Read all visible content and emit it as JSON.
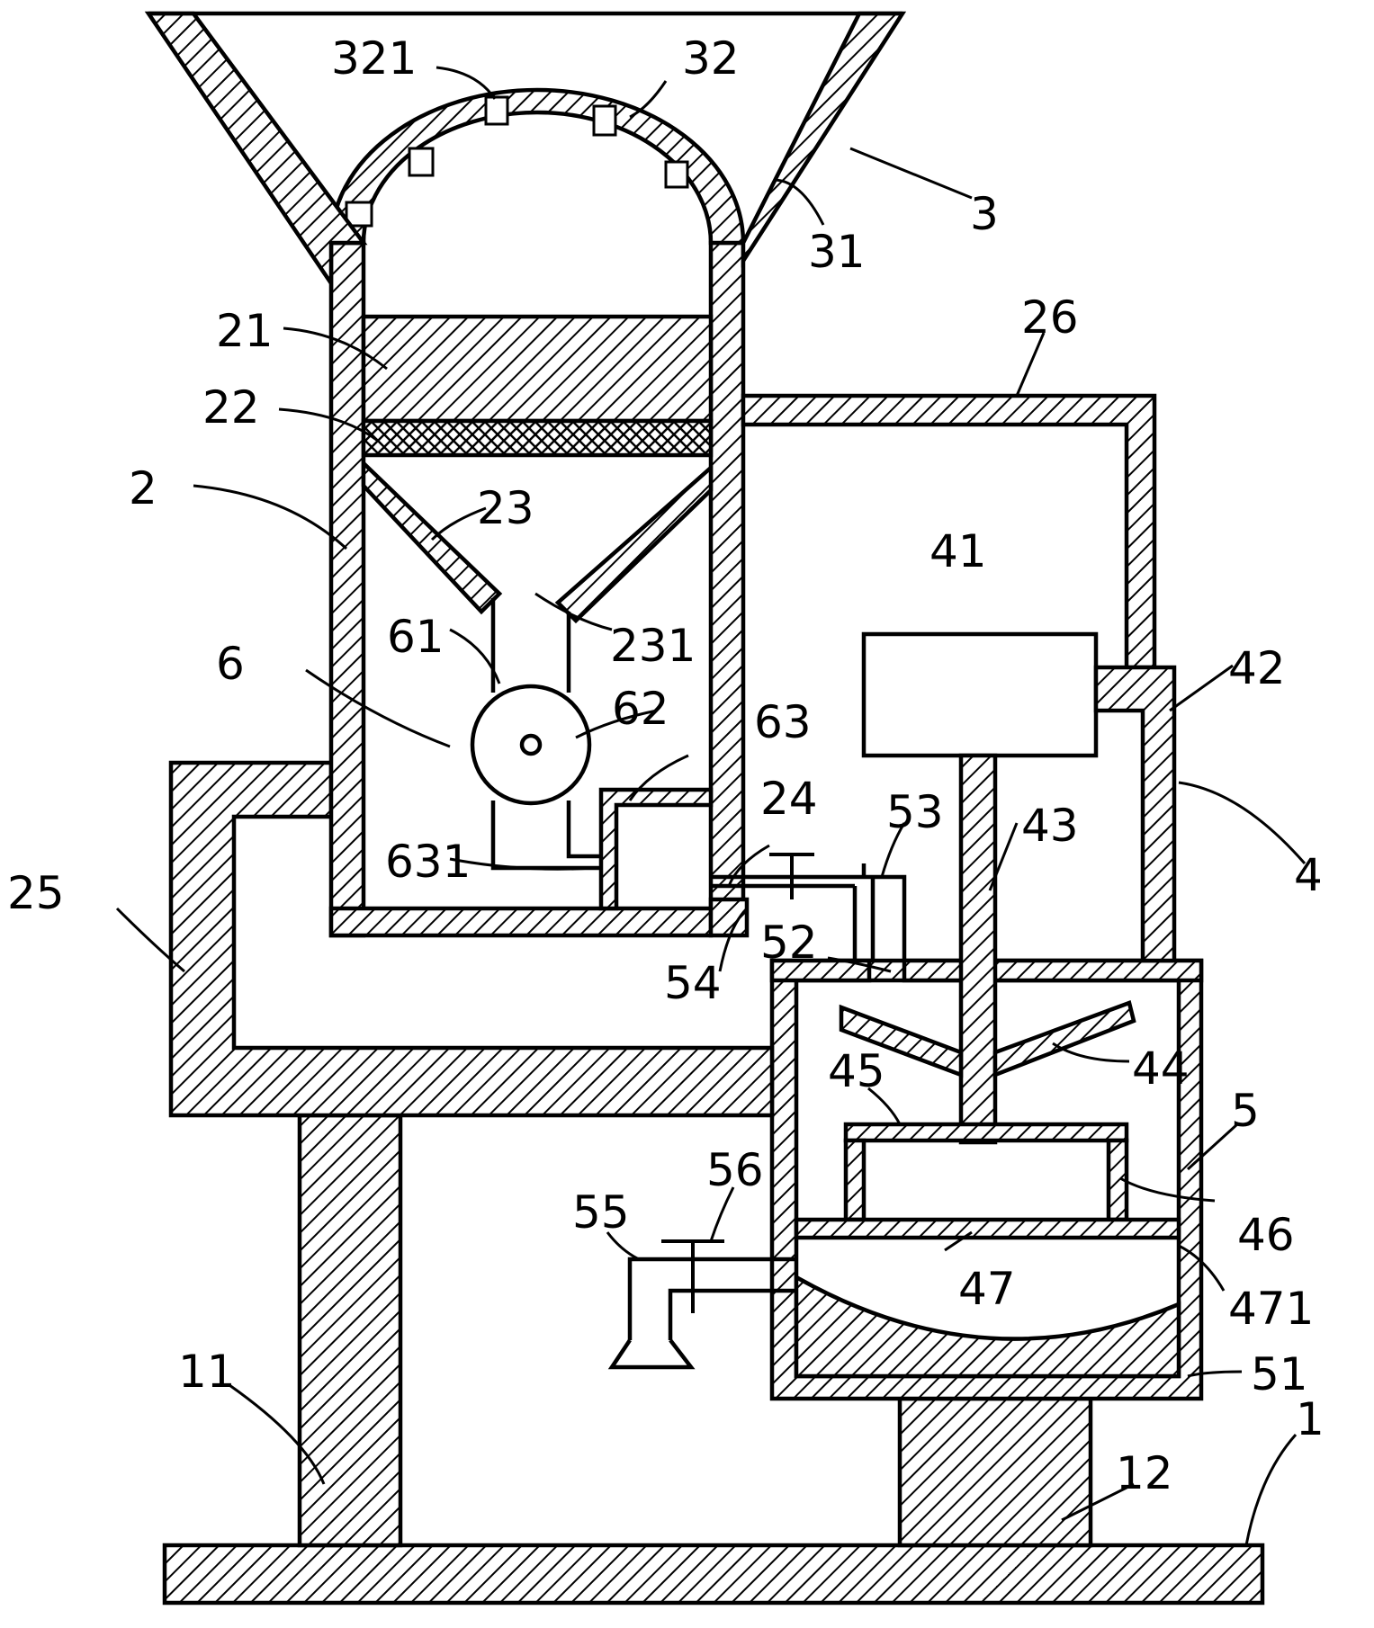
{
  "labels": [
    {
      "id": "lbl-321",
      "text": "321"
    },
    {
      "id": "lbl-32",
      "text": "32"
    },
    {
      "id": "lbl-3",
      "text": "3"
    },
    {
      "id": "lbl-31",
      "text": "31"
    },
    {
      "id": "lbl-26",
      "text": "26"
    },
    {
      "id": "lbl-21",
      "text": "21"
    },
    {
      "id": "lbl-22",
      "text": "22"
    },
    {
      "id": "lbl-2",
      "text": "2"
    },
    {
      "id": "lbl-23",
      "text": "23"
    },
    {
      "id": "lbl-41",
      "text": "41"
    },
    {
      "id": "lbl-61",
      "text": "61"
    },
    {
      "id": "lbl-231",
      "text": "231"
    },
    {
      "id": "lbl-42",
      "text": "42"
    },
    {
      "id": "lbl-6",
      "text": "6"
    },
    {
      "id": "lbl-62",
      "text": "62"
    },
    {
      "id": "lbl-63",
      "text": "63"
    },
    {
      "id": "lbl-24",
      "text": "24"
    },
    {
      "id": "lbl-53",
      "text": "53"
    },
    {
      "id": "lbl-43",
      "text": "43"
    },
    {
      "id": "lbl-4",
      "text": "4"
    },
    {
      "id": "lbl-631",
      "text": "631"
    },
    {
      "id": "lbl-25",
      "text": "25"
    },
    {
      "id": "lbl-52",
      "text": "52"
    },
    {
      "id": "lbl-54",
      "text": "54"
    },
    {
      "id": "lbl-45",
      "text": "45"
    },
    {
      "id": "lbl-44",
      "text": "44"
    },
    {
      "id": "lbl-5",
      "text": "5"
    },
    {
      "id": "lbl-56",
      "text": "56"
    },
    {
      "id": "lbl-55",
      "text": "55"
    },
    {
      "id": "lbl-46",
      "text": "46"
    },
    {
      "id": "lbl-47",
      "text": "47"
    },
    {
      "id": "lbl-471",
      "text": "471"
    },
    {
      "id": "lbl-11",
      "text": "11"
    },
    {
      "id": "lbl-51",
      "text": "51"
    },
    {
      "id": "lbl-12",
      "text": "12"
    },
    {
      "id": "lbl-1",
      "text": "1"
    }
  ]
}
